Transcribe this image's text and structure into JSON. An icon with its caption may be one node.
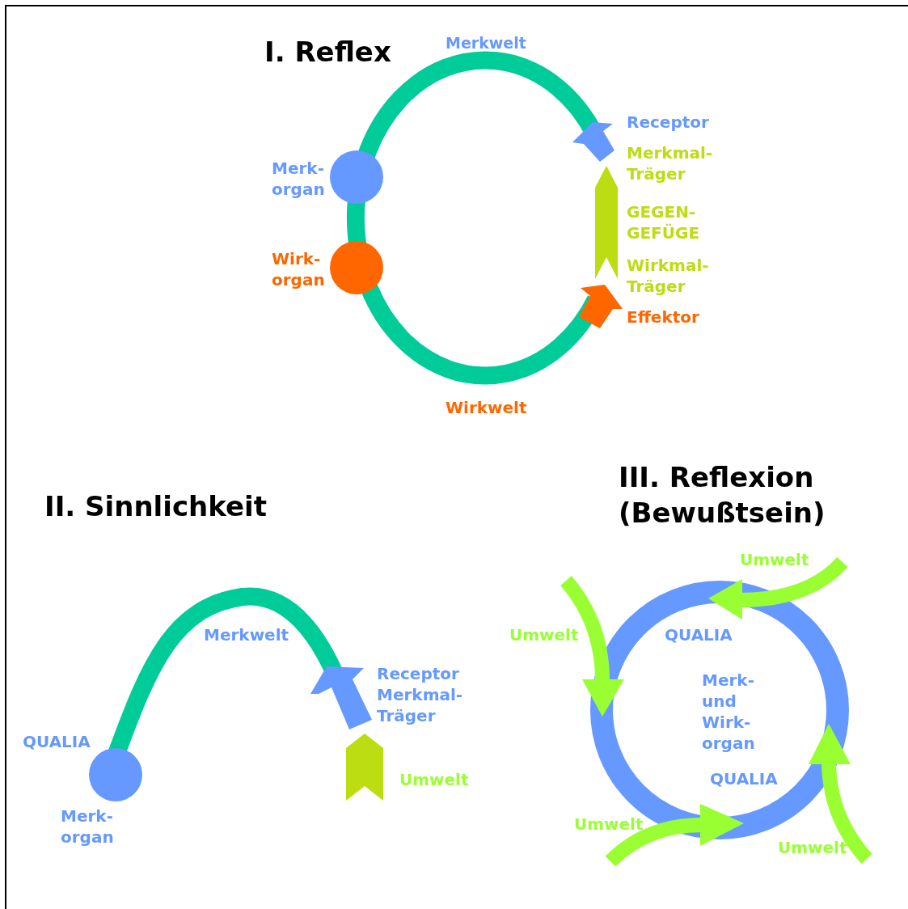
{
  "diagram": {
    "nodes": [
      {
        "text": [],
        "shape": "circle",
        "beside": [
          "Merk- organ"
        ]
      },
      {
        "text": [],
        "shape": "circle",
        "beside": [
          "Wirk- organ"
        ]
      },
      {
        "text": [],
        "shape": "circle",
        "beside": [
          "Merk- organ"
        ]
      }
    ],
    "labels": [
      "I. Reflex",
      "Merkwelt",
      "Receptor",
      "Merkmal- Träger",
      "GEGEN- GEFÜGE",
      "Wirkmal- Träger",
      "Effektor",
      "Wirkwelt",
      "III. Reflexion (Bewußtsein)",
      "II. Sinnlichkeit",
      "Umwelt",
      "Umwelt",
      "Merkwelt",
      "QUALIA",
      "Receptor Merkmal- Träger",
      "Merk- und Wirk- organ",
      "QUALIA",
      "QUALIA",
      "Umwelt",
      "Umwelt",
      "Umwelt"
    ]
  }
}
